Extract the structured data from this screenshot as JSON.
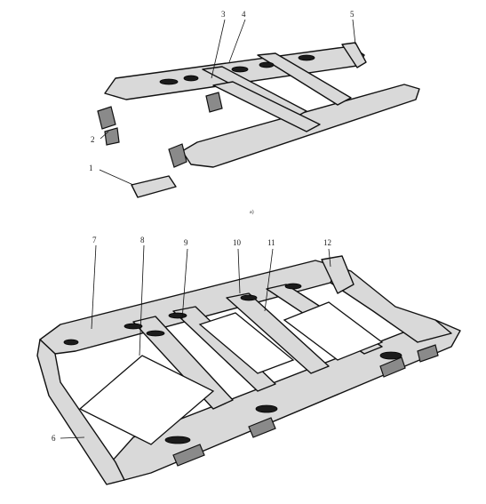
{
  "figure": {
    "subfigure_a_caption": "a)",
    "callouts_top": [
      "1",
      "2",
      "3",
      "4",
      "5"
    ],
    "callouts_bottom": [
      "6",
      "7",
      "8",
      "9",
      "10",
      "11",
      "12"
    ]
  }
}
